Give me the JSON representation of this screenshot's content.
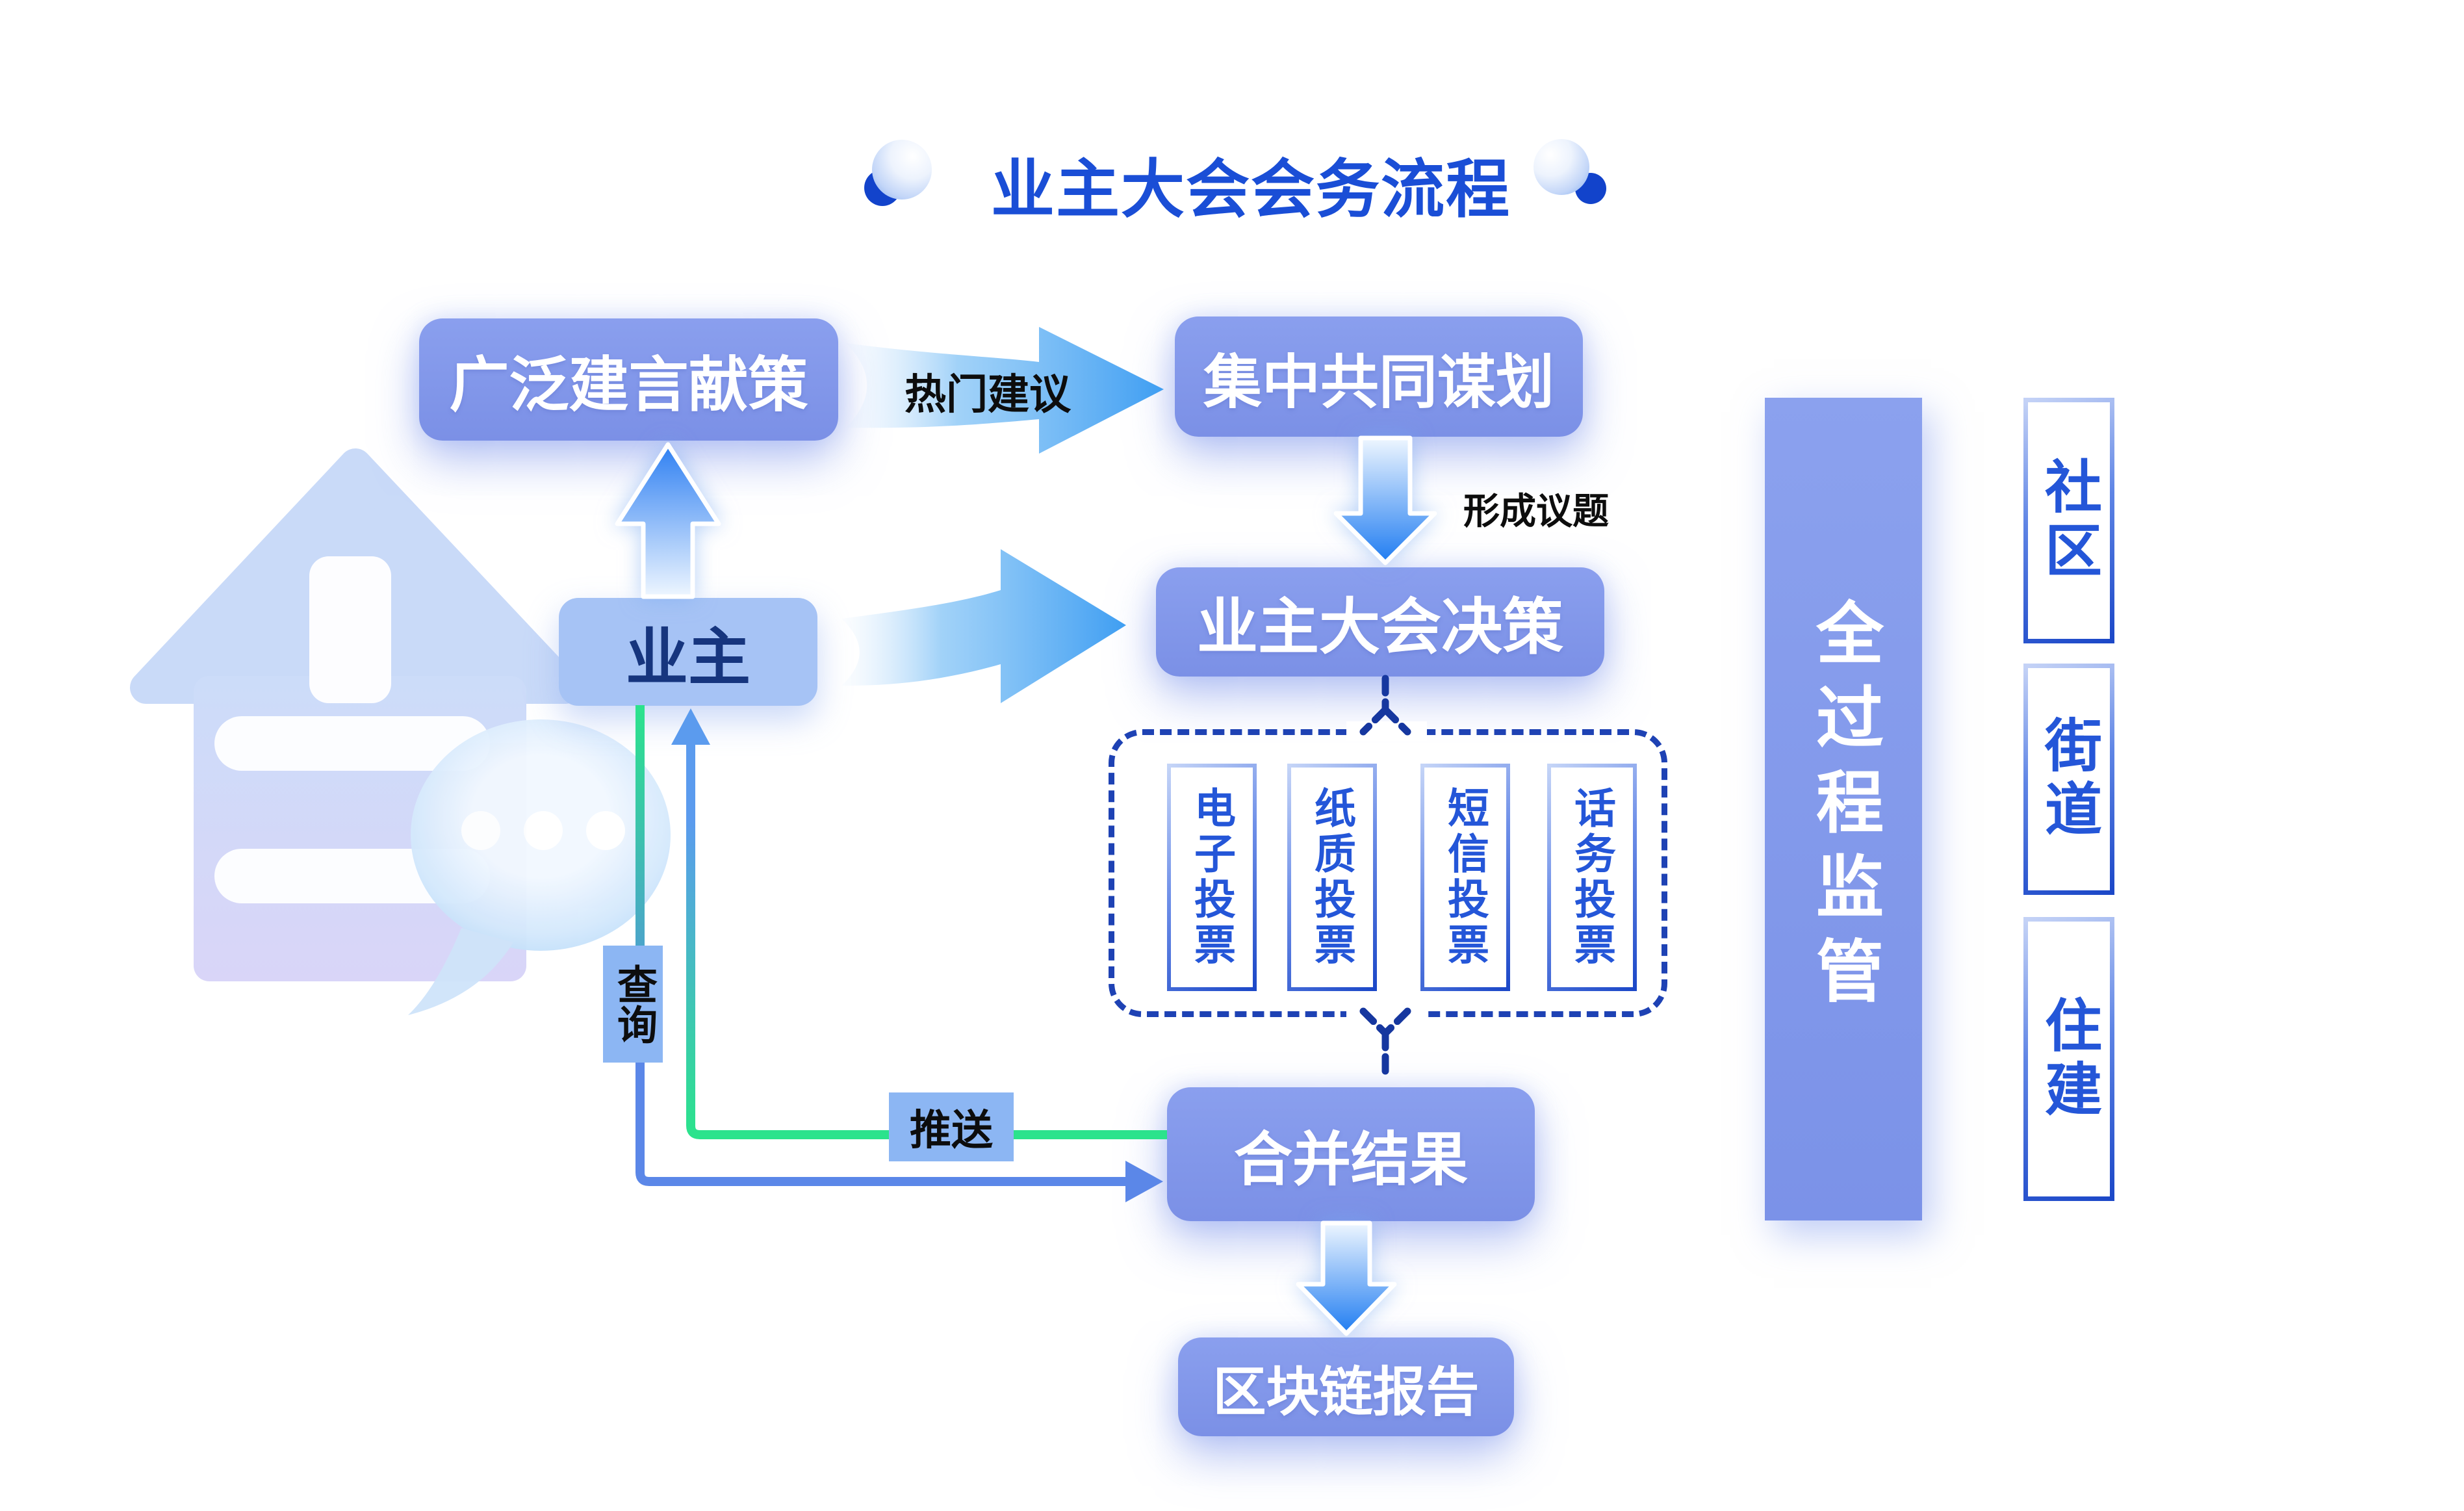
{
  "title": "业主大会会务流程",
  "nodes": {
    "broad_suggestions": "广泛建言献策",
    "joint_planning": "集中共同谋划",
    "owners_meeting_decision": "业主大会决策",
    "merged_result": "合并结果",
    "blockchain_report": "区块链报告",
    "owner": "业主"
  },
  "edge_labels": {
    "hot_suggestions": "热门建议",
    "form_topics": "形成议题",
    "query": "查询",
    "push": "推送"
  },
  "voting_methods": [
    "电子投票",
    "纸质投票",
    "短信投票",
    "话务投票"
  ],
  "supervision": {
    "bar": "全过程监管",
    "agencies": [
      "社区",
      "街道",
      "住建"
    ]
  },
  "colors": {
    "title_blue": "#1a4ed6",
    "node_fill": "#8196e9",
    "node_text": "#ffffff",
    "owner_fill": "#a6c3f5",
    "owner_text": "#16357e",
    "label_chip_fill": "#8cb6f3",
    "label_text": "#0d0d0d",
    "green_line": "#2be38c",
    "blue_line": "#5b87e8",
    "swoosh_blue": "#47a4f3",
    "dashed_border": "#1e42b4",
    "vote_text_blue": "#2456d8",
    "supervision_bar_fill": "#8096ea"
  },
  "icons": {
    "house": "house-icon",
    "chat_bubble": "chat-bubble-icon"
  }
}
